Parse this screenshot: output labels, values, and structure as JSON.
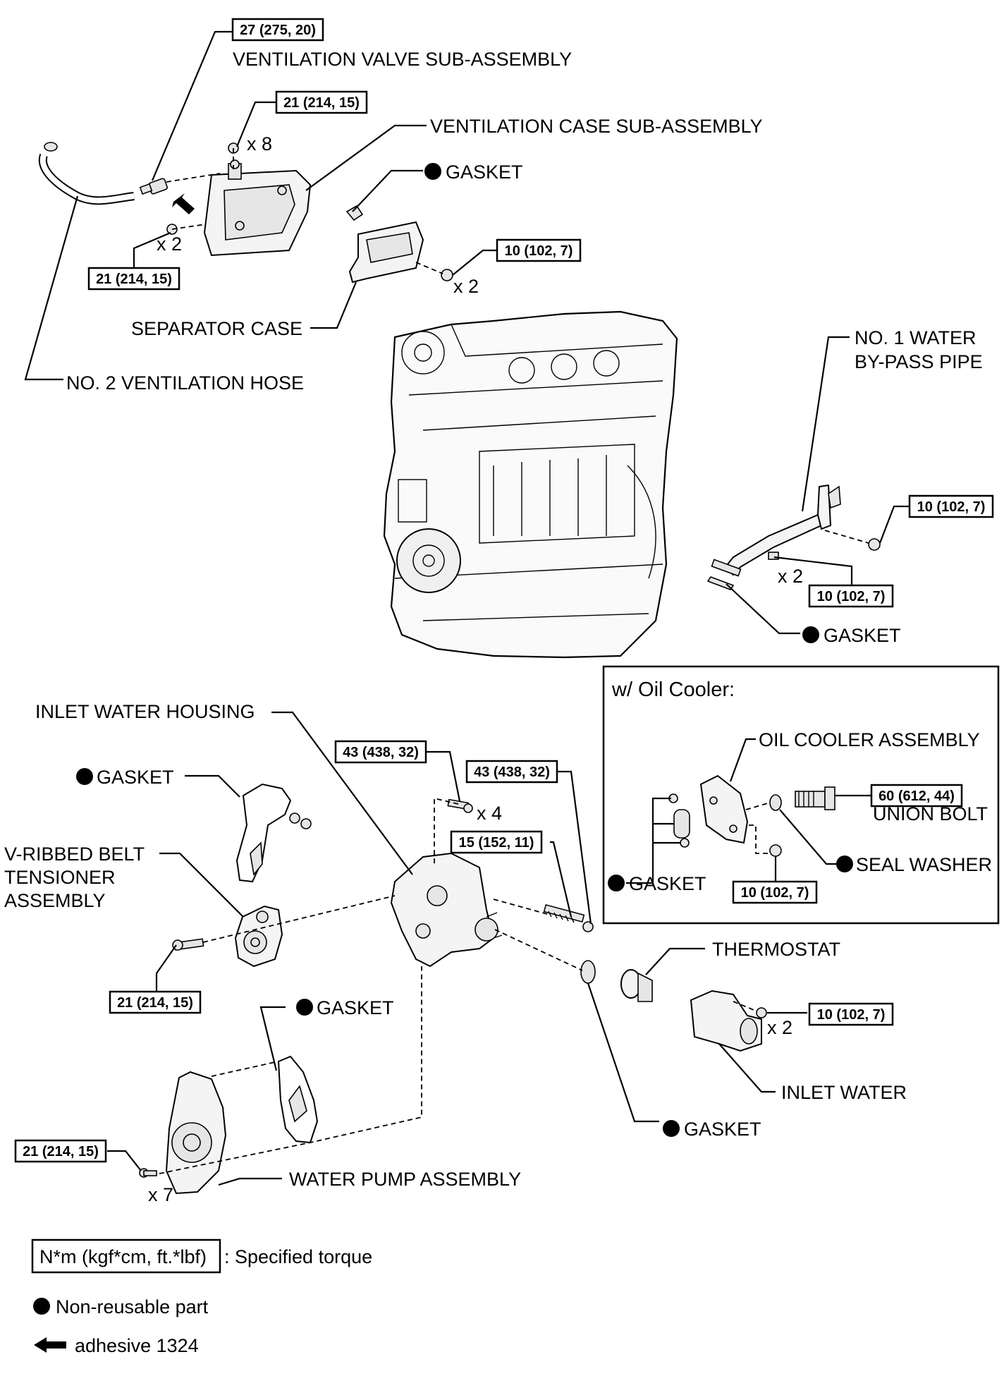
{
  "labels": {
    "ventilation_valve": "VENTILATION VALVE SUB-ASSEMBLY",
    "ventilation_case": "VENTILATION CASE SUB-ASSEMBLY",
    "gasket": "GASKET",
    "separator_case": "SEPARATOR CASE",
    "no2_hose": "NO. 2 VENTILATION HOSE",
    "no1_pipe_line1": "NO. 1 WATER",
    "no1_pipe_line2": "BY-PASS PIPE",
    "oil_cooler_title": "w/ Oil Cooler:",
    "oil_cooler_assembly": "OIL COOLER ASSEMBLY",
    "union_bolt": "UNION BOLT",
    "seal_washer": "SEAL WASHER",
    "inlet_water_housing": "INLET WATER HOUSING",
    "vribbed_line1": "V-RIBBED BELT",
    "vribbed_line2": "TENSIONER",
    "vribbed_line3": "ASSEMBLY",
    "thermostat": "THERMOSTAT",
    "inlet_water": "INLET WATER",
    "water_pump": "WATER PUMP ASSEMBLY"
  },
  "torques": {
    "t27": "27 (275, 20)",
    "t21": "21 (214, 15)",
    "t10": "10 (102, 7)",
    "t43": "43 (438, 32)",
    "t15": "15 (152, 11)",
    "t60": "60 (612, 44)"
  },
  "counts": {
    "x8": "x 8",
    "x2": "x 2",
    "x4": "x 4",
    "x7": "x 7"
  },
  "legend": {
    "torque_unit": "N*m (kgf*cm, ft.*lbf)",
    "torque_desc": ": Specified torque",
    "nonreusable": "Non-reusable part",
    "adhesive": "adhesive 1324"
  },
  "icons": {
    "nonreusable": "filled-circle-icon",
    "adhesive": "arrow-left-icon"
  }
}
